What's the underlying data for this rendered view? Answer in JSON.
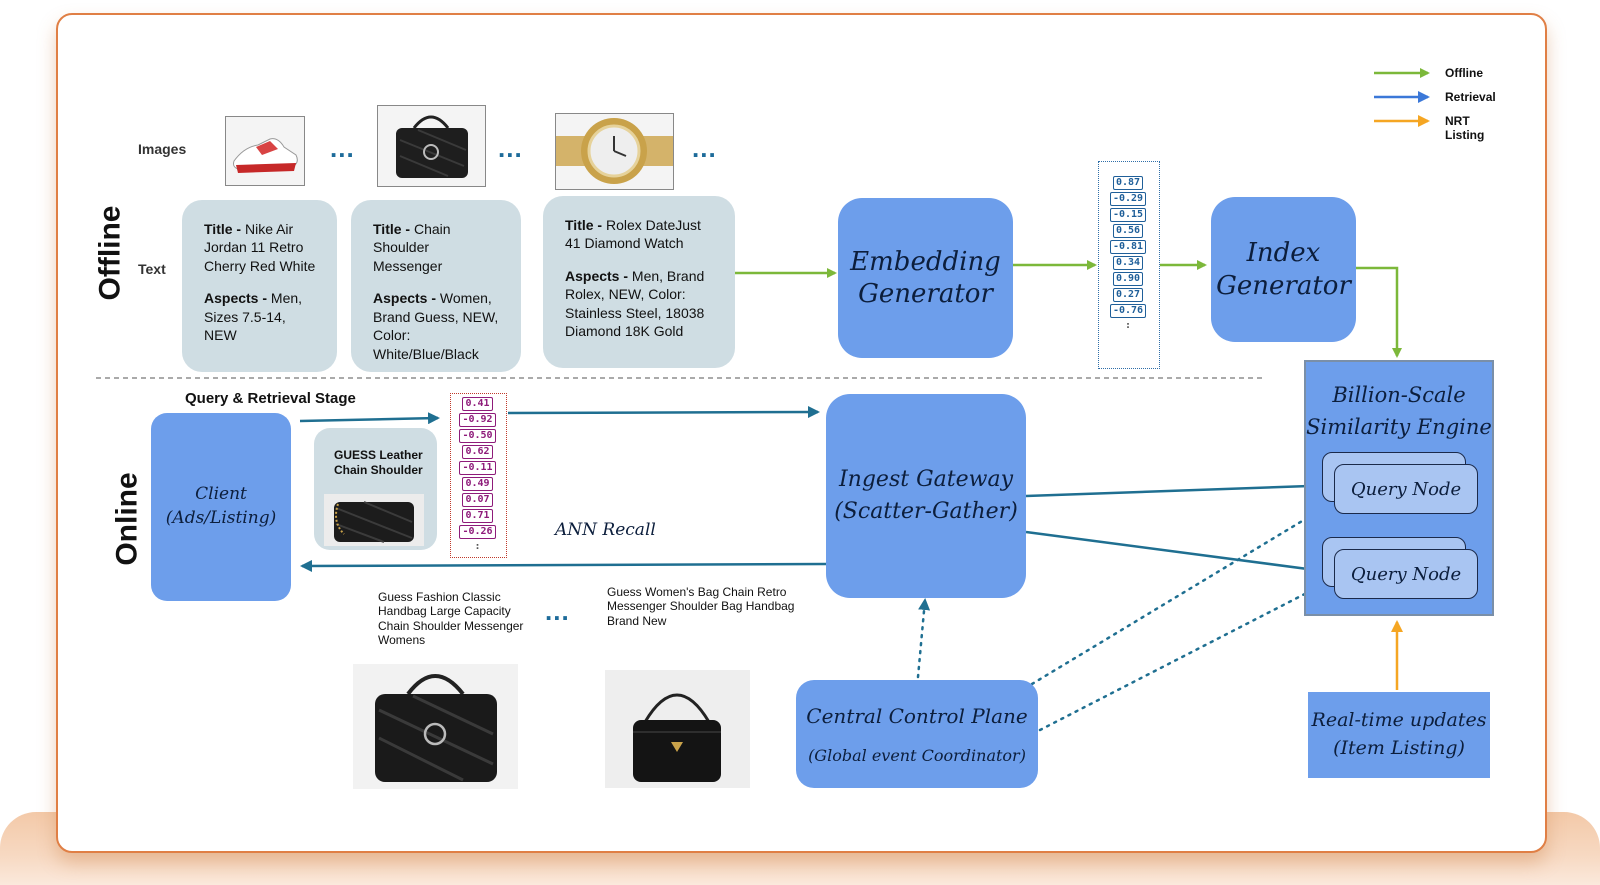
{
  "stages": {
    "offline": "Offline",
    "online": "Online"
  },
  "row_labels": {
    "images": "Images",
    "text": "Text"
  },
  "ellipsis": "...",
  "products": [
    {
      "title_key": "Title - ",
      "title": "Nike Air Jordan 11 Retro Cherry Red White",
      "aspects_key": "Aspects - ",
      "aspects": "Men, Sizes 7.5-14, NEW"
    },
    {
      "title_key": "Title - ",
      "title": "Chain Shoulder Messenger",
      "aspects_key": "Aspects - ",
      "aspects": "Women, Brand  Guess, NEW, Color: White/Blue/Black"
    },
    {
      "title_key": "Title - ",
      "title": "Rolex DateJust 41 Diamond Watch",
      "aspects_key": "Aspects - ",
      "aspects": "Men, Brand Rolex, NEW, Color: Stainless Steel, 18038 Diamond 18K Gold"
    }
  ],
  "boxes": {
    "embedding_generator": {
      "line1": "Embedding",
      "line2": "Generator"
    },
    "index_generator": {
      "line1": "Index",
      "line2": "Generator"
    },
    "similarity_engine": {
      "line1": "Billion-Scale",
      "line2": "Similarity Engine",
      "node1": "Query Node",
      "node2": "Query Node"
    },
    "client": {
      "line1": "Client",
      "line2": "(Ads/Listing)"
    },
    "ingest_gateway": {
      "line1": "Ingest Gateway",
      "line2": "(Scatter-Gather)"
    },
    "control_plane": {
      "line1": "Central Control Plane",
      "line2": "(Global event Coordinator)"
    },
    "realtime": {
      "line1": "Real-time updates",
      "line2": "(Item Listing)"
    }
  },
  "offline_vector": [
    "0.87",
    "-0.29",
    "-0.15",
    "0.56",
    "-0.81",
    "0.34",
    "0.90",
    "0.27",
    "-0.76"
  ],
  "online_vector": [
    "0.41",
    "-0.92",
    "-0.50",
    "0.62",
    "-0.11",
    "0.49",
    "0.07",
    "0.71",
    "-0.26"
  ],
  "vector_continuation": ":",
  "query": {
    "stage_title": "Query &  Retrieval Stage",
    "card_text": "GUESS Leather Chain Shoulder",
    "ann_recall": "ANN Recall"
  },
  "results": [
    "Guess Fashion Classic Handbag Large Capacity Chain Shoulder Messenger Womens",
    "Guess Women's Bag Chain Retro Messenger Shoulder Bag Handbag Brand New"
  ],
  "legend": [
    {
      "label": "Offline",
      "color": "#7cb83a",
      "icon": "arrow-right-icon"
    },
    {
      "label": "Retrieval",
      "color": "#3b78d8",
      "icon": "arrow-right-icon"
    },
    {
      "label": "NRT Listing",
      "color": "#f5a623",
      "icon": "arrow-right-icon"
    }
  ],
  "colors": {
    "offline_arrow": "#7cb83a",
    "retrieval_arrow": "#1f6f91",
    "nrt_arrow": "#f5a623",
    "box_blue": "#6d9eeb",
    "text_card": "#cfdde3",
    "frame_border": "#e07f45"
  }
}
